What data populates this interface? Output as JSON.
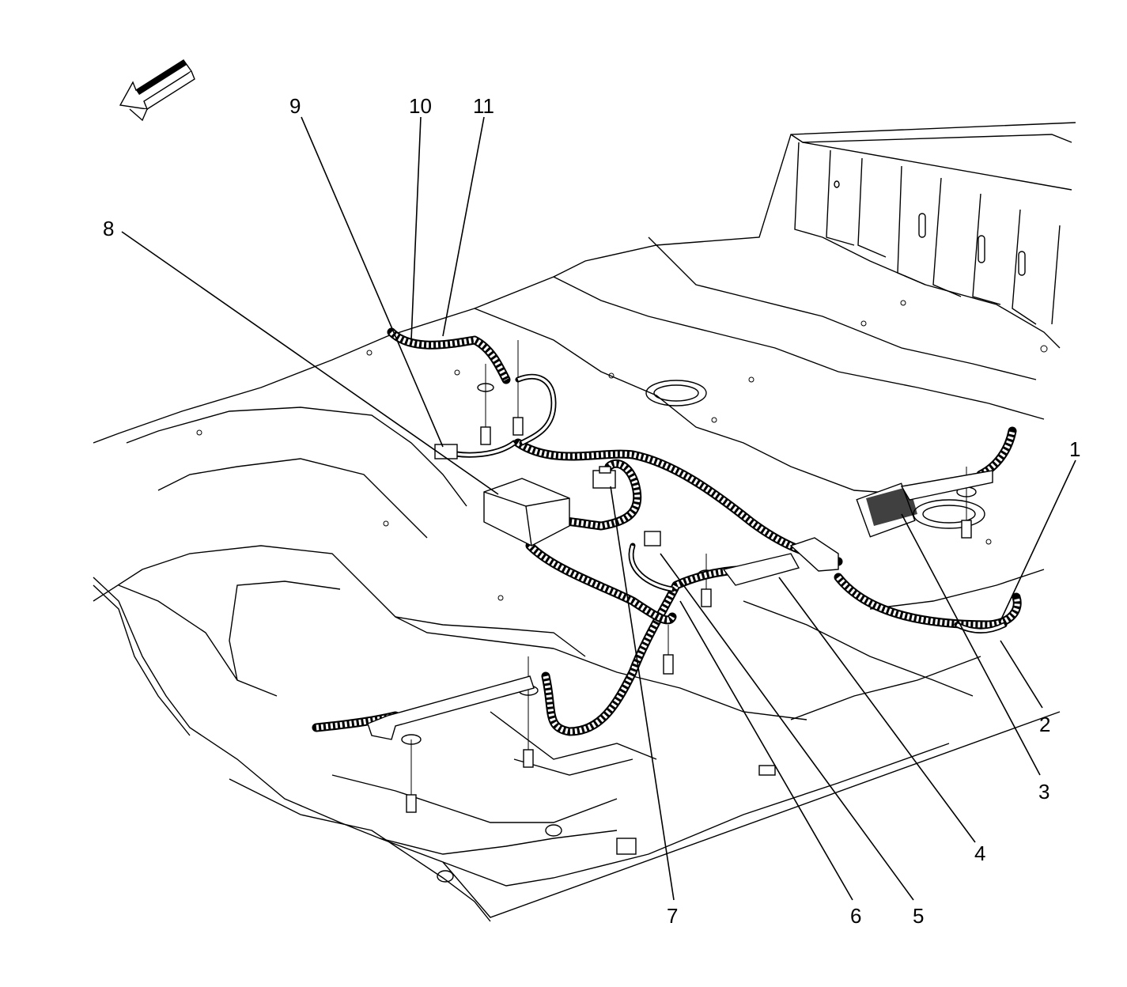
{
  "callouts": [
    {
      "id": "1",
      "label": "1"
    },
    {
      "id": "2",
      "label": "2"
    },
    {
      "id": "3",
      "label": "3"
    },
    {
      "id": "4",
      "label": "4"
    },
    {
      "id": "5",
      "label": "5"
    },
    {
      "id": "6",
      "label": "6"
    },
    {
      "id": "7",
      "label": "7"
    },
    {
      "id": "8",
      "label": "8"
    },
    {
      "id": "9",
      "label": "9"
    },
    {
      "id": "10",
      "label": "10"
    },
    {
      "id": "11",
      "label": "11"
    }
  ],
  "colors": {
    "line": "#000000",
    "background": "#ffffff"
  },
  "icons": {
    "direction": "front-direction-arrow-icon"
  }
}
